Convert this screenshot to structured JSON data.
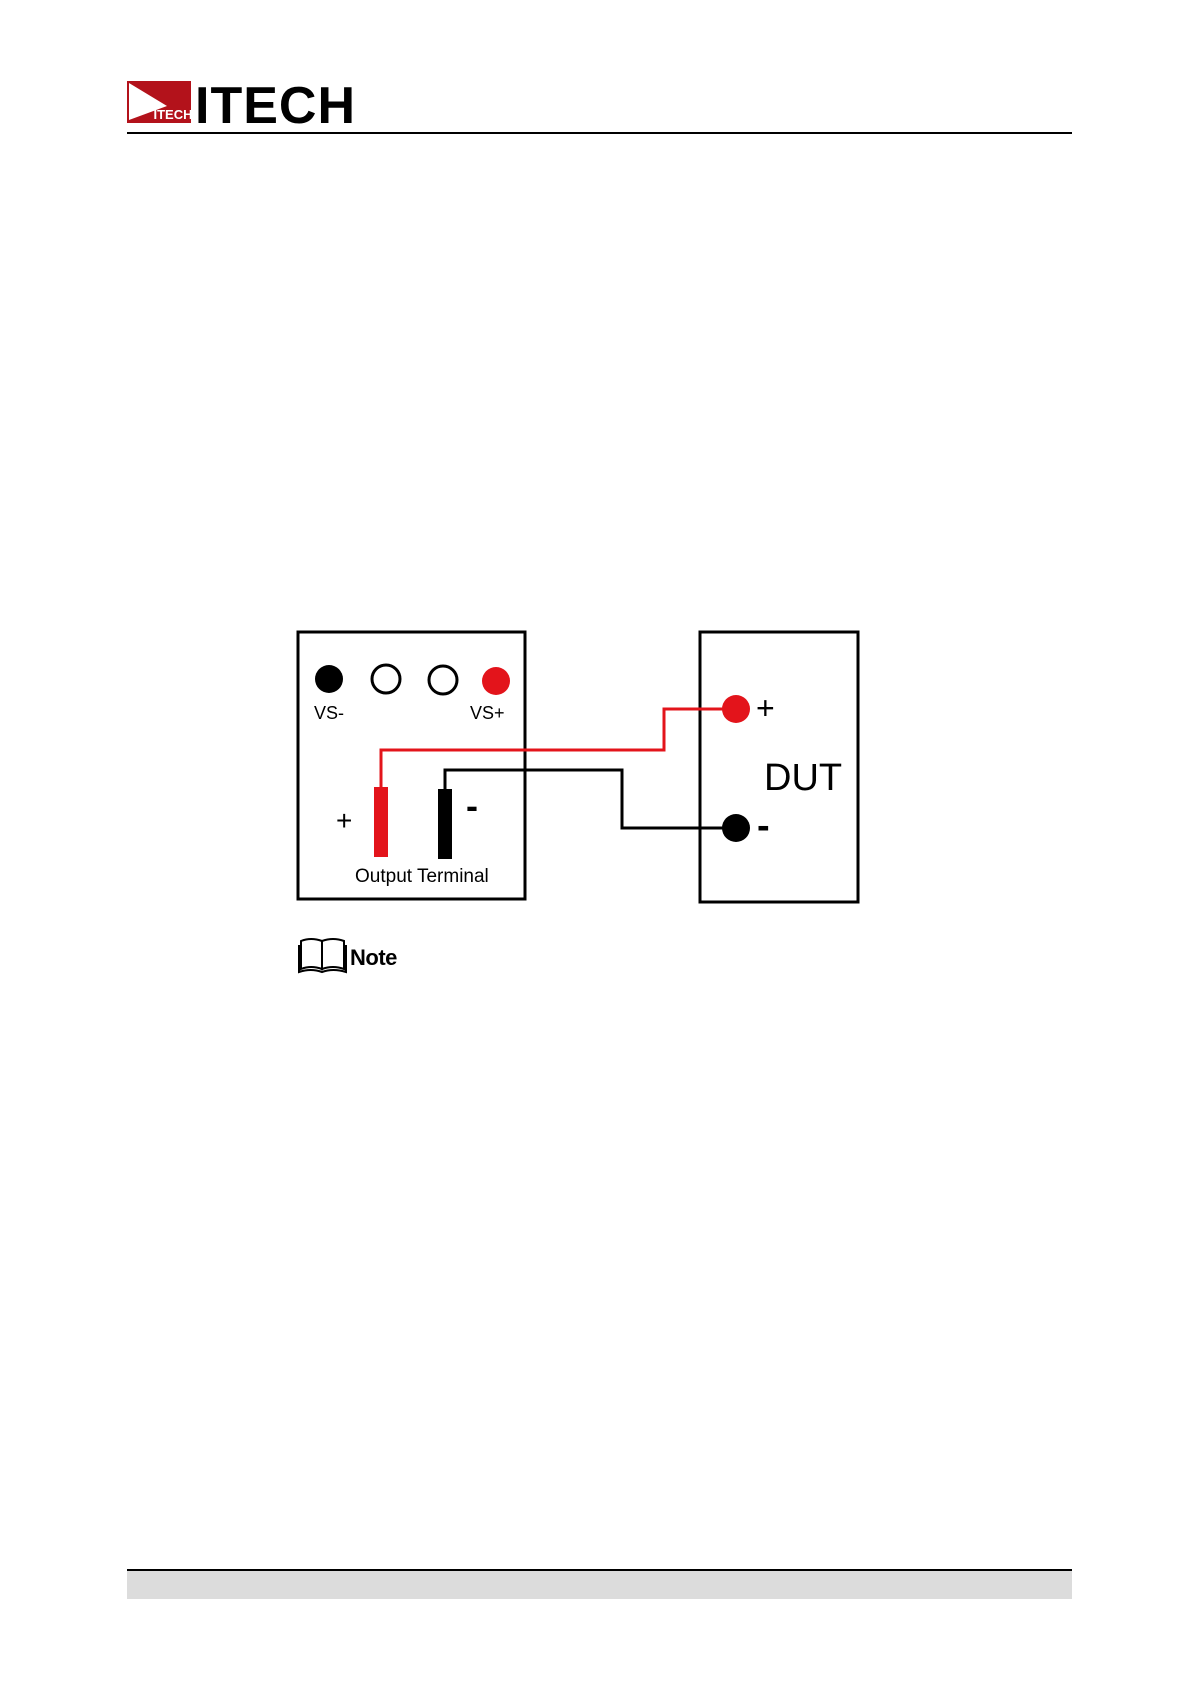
{
  "header": {
    "logo_text": "ITECH",
    "logo_badge_text": "ITECH"
  },
  "diagram": {
    "left_box": {
      "sense_left_label": "VS-",
      "sense_right_label": "VS+",
      "output_plus_label": "+",
      "output_minus_label": "-",
      "output_terminal_label": "Output Terminal"
    },
    "dut_box": {
      "title": "DUT",
      "plus_label": "+",
      "minus_label": "-"
    },
    "colors": {
      "positive_wire": "#e3141b",
      "negative_wire": "#000000"
    }
  },
  "note": {
    "label": "Note"
  }
}
